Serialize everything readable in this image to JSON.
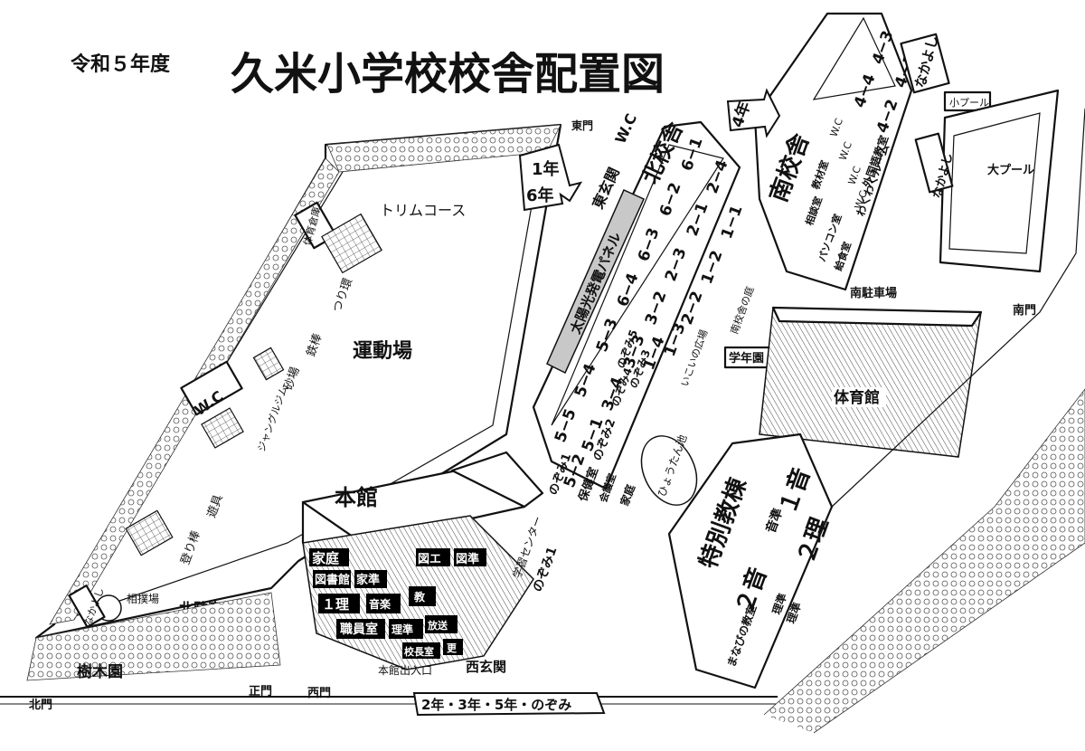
{
  "header": {
    "year_label": "令和５年度",
    "main_title": "久米小学校校舎配置図"
  },
  "buildings": {
    "north": {
      "name": "北校舎",
      "wc": "W.C",
      "east_entrance": "東玄関",
      "solar_panel": "太陽光発電パネル",
      "rooms_col1": [
        "6−1",
        "6−2",
        "6−3",
        "6−4",
        "5−3",
        "5−4",
        "5−5",
        "5−2",
        "のぞみ1"
      ],
      "rooms_col2": [
        "2−4",
        "2−1",
        "2−3",
        "3−2",
        "3−3",
        "3−4",
        "5−1",
        "のぞみ2",
        "保健室",
        "会議室"
      ],
      "rooms_col3": [
        "1−1",
        "1−2",
        "2−2",
        "1−3",
        "1−4",
        "のぞみ3",
        "のぞみ4",
        "のぞみ5",
        "家庭"
      ],
      "small_labels": [
        "いこいの広場",
        "南校舎の庭",
        "学年園"
      ]
    },
    "south": {
      "name": "南校舎",
      "rooms": [
        "4−3",
        "4−4",
        "4−1",
        "4−2",
        "外国語教室",
        "わくわくルーム",
        "教材室",
        "パソコン室",
        "相談室",
        "給食室"
      ],
      "wc_labels": [
        "W.C",
        "W.C",
        "W.C",
        "W.C"
      ],
      "nakayoshi": "なかよし"
    },
    "main": {
      "name": "本館",
      "rooms": [
        "家庭",
        "図書館",
        "家準",
        "図エ",
        "図準",
        "１理",
        "音楽",
        "教",
        "職員室",
        "理準",
        "放送",
        "校長室",
        "更"
      ],
      "west_entrance": "西玄関",
      "main_entrance": "本館出入口",
      "center": "学習センター",
      "nozomi": "のぞみ1"
    },
    "special": {
      "name": "特別教棟",
      "rooms": [
        "１音",
        "２理",
        "音準",
        "２音",
        "理準",
        "まなびの教室",
        "理準"
      ]
    },
    "gym": "体育館"
  },
  "areas": {
    "ground": "運動場",
    "trim_course": "トリムコース",
    "wc_west": "W.C",
    "jungle_gym": "ジャングルジム",
    "sandbox": "砂場",
    "iron_bar": "鉄棒",
    "hanging_ring": "つり環",
    "sports_storage": "体育倉庫",
    "climbing": "登り棒",
    "playground": "遊具",
    "sumo": "相撲場",
    "north_parking": "北駐車場",
    "south_parking": "南駐車場",
    "plant_garden": "樹木園",
    "small_pool": "小プール",
    "big_pool": "大プール",
    "pond": "ひょうたん池",
    "nakayoshi_pool": "なかよし",
    "nakayoshi_sw": "なかよし"
  },
  "gates": {
    "north": "北門",
    "main": "正門",
    "west": "西門",
    "east": "東門",
    "south": "南門"
  },
  "entrance_notes": {
    "east_grades_1": "1年",
    "east_grades_2": "6年",
    "south_grade": "4年",
    "west_grades": "2年・3年・5年・のぞみ"
  }
}
